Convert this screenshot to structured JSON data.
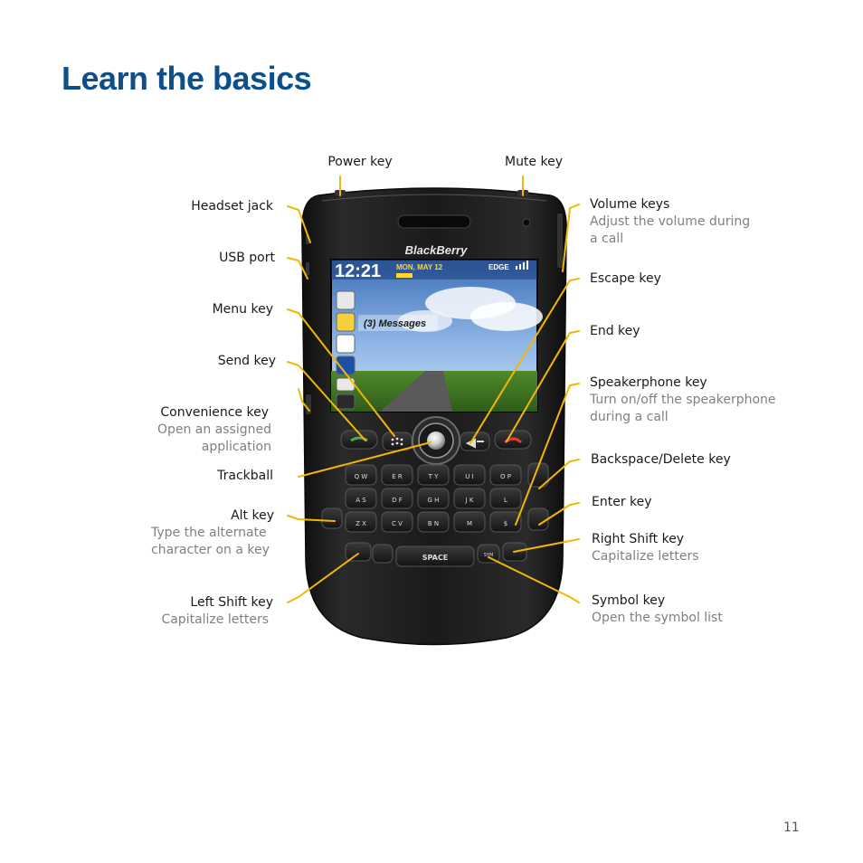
{
  "title": "Learn the basics",
  "page_number": "11",
  "colors": {
    "title": "#0c4f8a",
    "callout_line": "#f2b705",
    "device_body": "#1c1c1c",
    "description_text": "#808080"
  },
  "device": {
    "brand": "BlackBerry",
    "screen": {
      "time": "12:21",
      "date": "MON, MAY 12",
      "network": "EDGE",
      "notification": "(3) Messages"
    },
    "keyboard": {
      "space_label": "SPACE",
      "symbol_label": "SYM",
      "row1": [
        "Q W",
        "E R",
        "T Y",
        "U I",
        "O P"
      ],
      "row2": [
        "A S",
        "D F",
        "G H",
        "J K",
        "L"
      ],
      "row3": [
        "Z X",
        "C V",
        "B N",
        "M",
        "$"
      ]
    }
  },
  "callouts": {
    "power": {
      "title": "Power key"
    },
    "mute": {
      "title": "Mute key"
    },
    "headset": {
      "title": "Headset jack"
    },
    "usb": {
      "title": "USB port"
    },
    "menu": {
      "title": "Menu key"
    },
    "send": {
      "title": "Send key"
    },
    "convenience": {
      "title": "Convenience key",
      "desc1": "Open an assigned",
      "desc2": "application"
    },
    "trackball": {
      "title": "Trackball"
    },
    "alt": {
      "title": "Alt key",
      "desc1": "Type the alternate",
      "desc2": "character on a key"
    },
    "leftshift": {
      "title": "Left Shift key",
      "desc1": "Capitalize letters"
    },
    "volume": {
      "title": "Volume keys",
      "desc1": "Adjust the volume during",
      "desc2": "a call"
    },
    "escape": {
      "title": "Escape key"
    },
    "end": {
      "title": "End key"
    },
    "speaker": {
      "title": "Speakerphone key",
      "desc1": "Turn on/off the speakerphone",
      "desc2": "during a call"
    },
    "backspace": {
      "title": "Backspace/Delete key"
    },
    "enter": {
      "title": "Enter key"
    },
    "rightshift": {
      "title": "Right Shift key",
      "desc1": "Capitalize letters"
    },
    "symbol": {
      "title": "Symbol key",
      "desc1": "Open the symbol list"
    }
  }
}
